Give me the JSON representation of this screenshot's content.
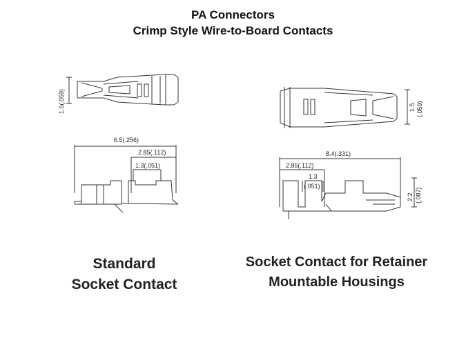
{
  "header": {
    "title": "PA Connectors",
    "subtitle": "Crimp Style Wire-to-Board Contacts"
  },
  "left": {
    "top_height_dim": "1.5(.059)",
    "length_dim": "6.5(.256)",
    "mid_dim": "2.85(.112)",
    "small_dim": "1.3(.051)",
    "caption_line1": "Standard",
    "caption_line2": "Socket Contact"
  },
  "right": {
    "top_height_dim_a": "1.5",
    "top_height_dim_b": "(.059)",
    "length_dim": "8.4(.331)",
    "mid_dim": "2.85(.112)",
    "small_dim_a": "1.3",
    "small_dim_b": "(.051)",
    "side_dim_a": "2.2",
    "side_dim_b": "(.087)",
    "caption_line1": "Socket Contact for Retainer",
    "caption_line2": "Mountable Housings"
  }
}
